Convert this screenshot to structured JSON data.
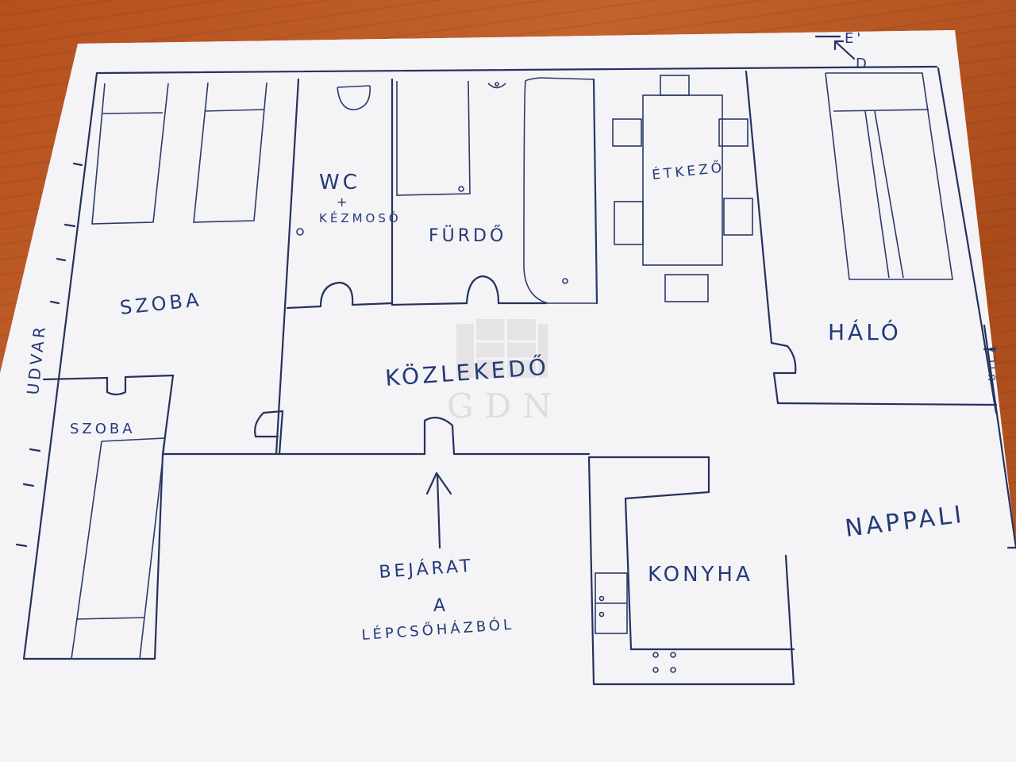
{
  "watermark": {
    "text": "GDN"
  },
  "compass": {
    "east": "E'",
    "south": "D"
  },
  "rooms": {
    "wc": "WC",
    "wc_plus": "+",
    "wc_sub": "KÉZMOSÓ",
    "furdo": "FÜRDŐ",
    "etkezo": "ÉTKEZŐ",
    "halo": "HÁLÓ",
    "szoba1": "SZOBA",
    "szoba2": "SZOBA",
    "kozlekedo": "KÖZLEKEDŐ",
    "nappali": "NAPPALI",
    "konyha": "KONYHA"
  },
  "outside": {
    "udvar": "UDVAR",
    "utca": "UTCA"
  },
  "entrance": {
    "line1": "BEJÁRAT",
    "line2": "A",
    "line3": "LÉPCSŐHÁZBÓL"
  },
  "colors": {
    "paper": "#f4f3f6",
    "ink": "#25325e",
    "table": "#b4501e"
  }
}
